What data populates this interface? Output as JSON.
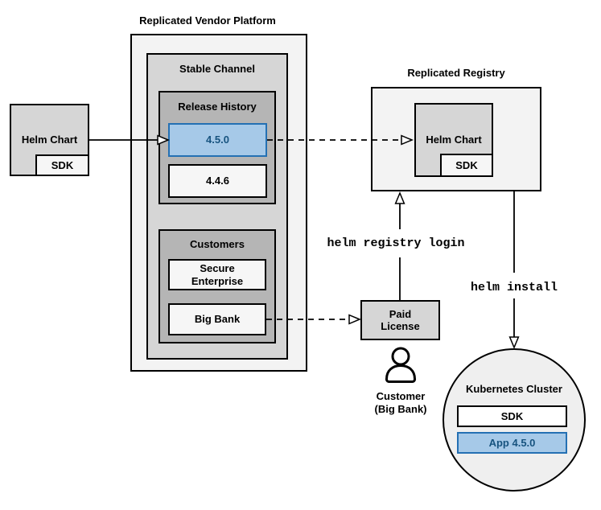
{
  "colors": {
    "highlight_fill": "#a6c9e8",
    "highlight_border": "#2470b3",
    "highlight_text": "#17537f",
    "box_mid_gray": "#d6d6d6",
    "box_dark_gray": "#b5b5b5",
    "box_light_gray": "#f3f3f3"
  },
  "source_chart": {
    "label": "Helm Chart",
    "sdk": "SDK"
  },
  "platform": {
    "title": "Replicated Vendor Platform",
    "stable_channel": {
      "title": "Stable Channel",
      "release_history": {
        "title": "Release History",
        "releases": [
          {
            "version": "4.5.0",
            "highlighted": true
          },
          {
            "version": "4.4.6",
            "highlighted": false
          }
        ]
      },
      "customers": {
        "title": "Customers",
        "items": [
          {
            "name": "Secure Enterprise"
          },
          {
            "name": "Big Bank"
          }
        ]
      }
    }
  },
  "registry": {
    "title": "Replicated Registry",
    "chart_label": "Helm Chart",
    "sdk": "SDK"
  },
  "license": {
    "label": "Paid License"
  },
  "customer": {
    "line1": "Customer",
    "line2": "(Big Bank)"
  },
  "cluster": {
    "title": "Kubernetes Cluster",
    "sdk": "SDK",
    "app": "App 4.5.0"
  },
  "commands": {
    "registry_login": "helm registry login",
    "install": "helm install"
  }
}
